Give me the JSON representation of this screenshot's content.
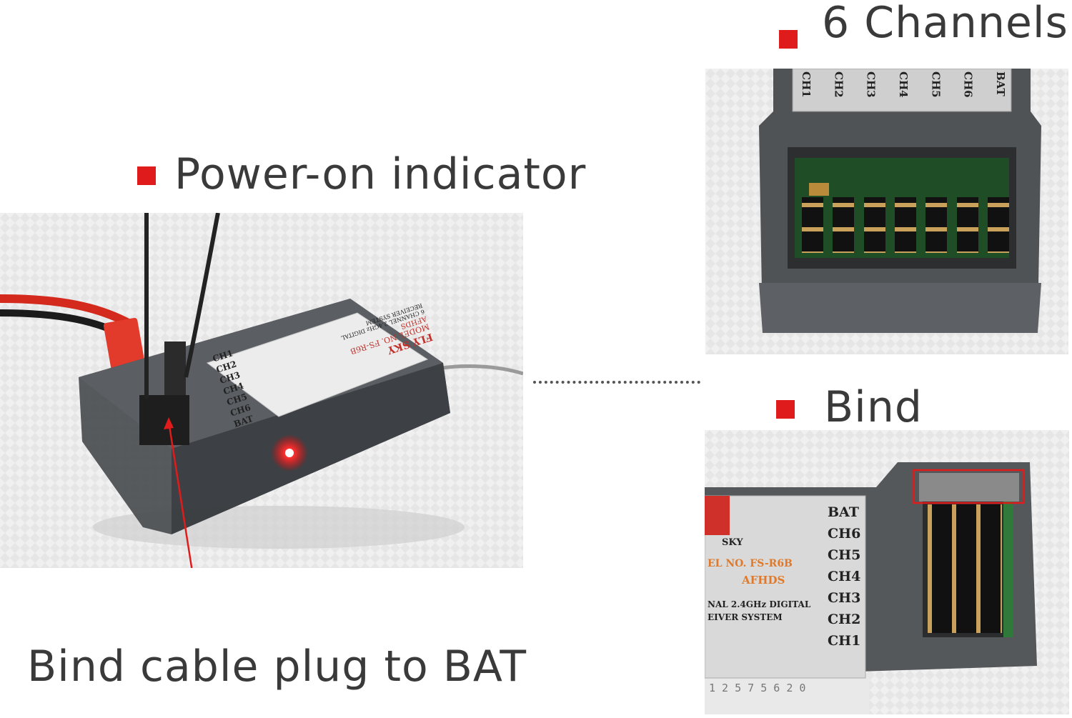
{
  "captions": {
    "power_on": "Power-on indicator",
    "bind_cable": "Bind cable plug to BAT",
    "channels": "6 Channels",
    "bind": "Bind"
  },
  "receiver_main": {
    "brand": "FLY SKY",
    "model": "MODEL NO. FS-R6B",
    "protocol": "AFHDS",
    "desc_line1": "6 CHANNEL 2.4GHz DIGITAL",
    "desc_line2": "RECEIVER SYSTEM",
    "ports": [
      "CH1",
      "CH2",
      "CH3",
      "CH4",
      "CH5",
      "CH6",
      "BAT"
    ]
  },
  "receiver_top": {
    "ports": [
      "CH1",
      "CH2",
      "CH3",
      "CH4",
      "CH5",
      "CH6",
      "BAT"
    ]
  },
  "receiver_bind": {
    "ports": [
      "BAT",
      "CH6",
      "CH5",
      "CH4",
      "CH3",
      "CH2",
      "CH1"
    ],
    "model": "EL NO. FS-R6B",
    "protocol": "AFHDS",
    "desc_line1": "NAL 2.4GHz DIGITAL",
    "desc_line2": "EIVER SYSTEM",
    "serial": "1 2 5 7 5 6 2 0",
    "brand_fragment": "SKY"
  },
  "colors": {
    "accent": "#e01b1b",
    "caption": "#3a3a3a",
    "case": "#4a4d50",
    "led": "#ff2020"
  }
}
